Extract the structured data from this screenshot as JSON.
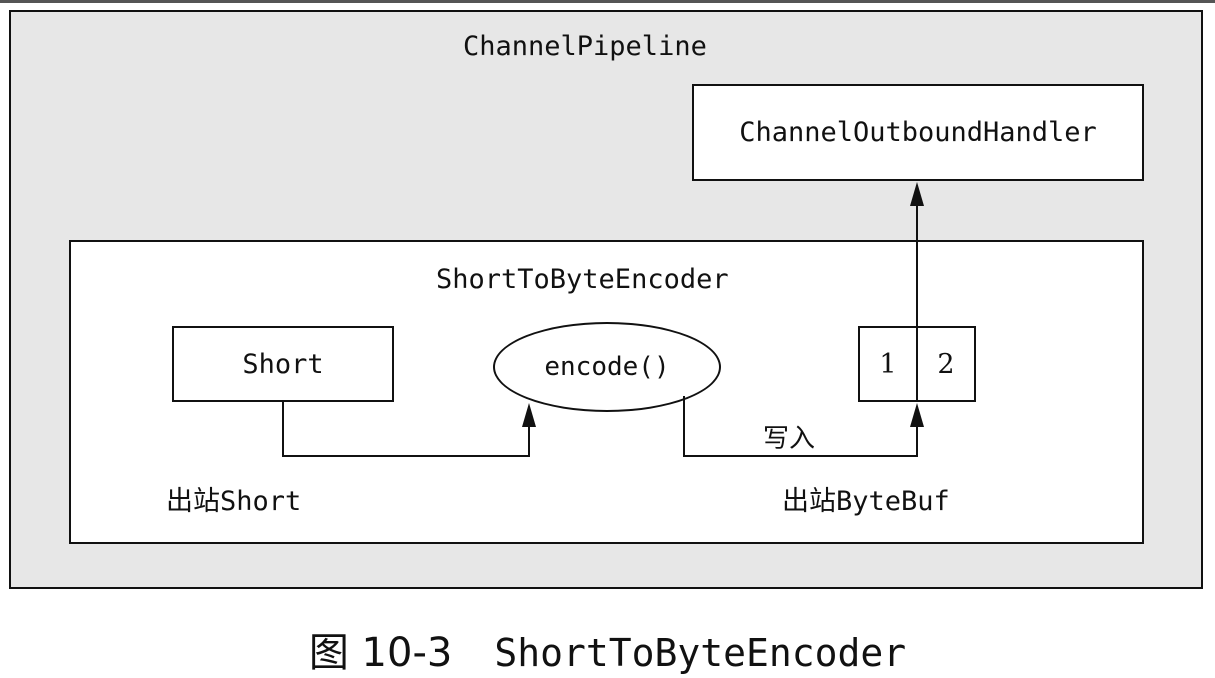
{
  "diagram": {
    "pipeline_title": "ChannelPipeline",
    "outbound_handler_label": "ChannelOutboundHandler",
    "encoder_title": "ShortToByteEncoder",
    "short_box_label": "Short",
    "encode_label": "encode()",
    "bytebuf_cells": [
      "1",
      "2"
    ],
    "write_label": "写入",
    "outbound_short_label": "出站Short",
    "outbound_bytebuf_label": "出站ByteBuf"
  },
  "caption": {
    "number": "图 10-3",
    "title": "ShortToByteEncoder"
  }
}
